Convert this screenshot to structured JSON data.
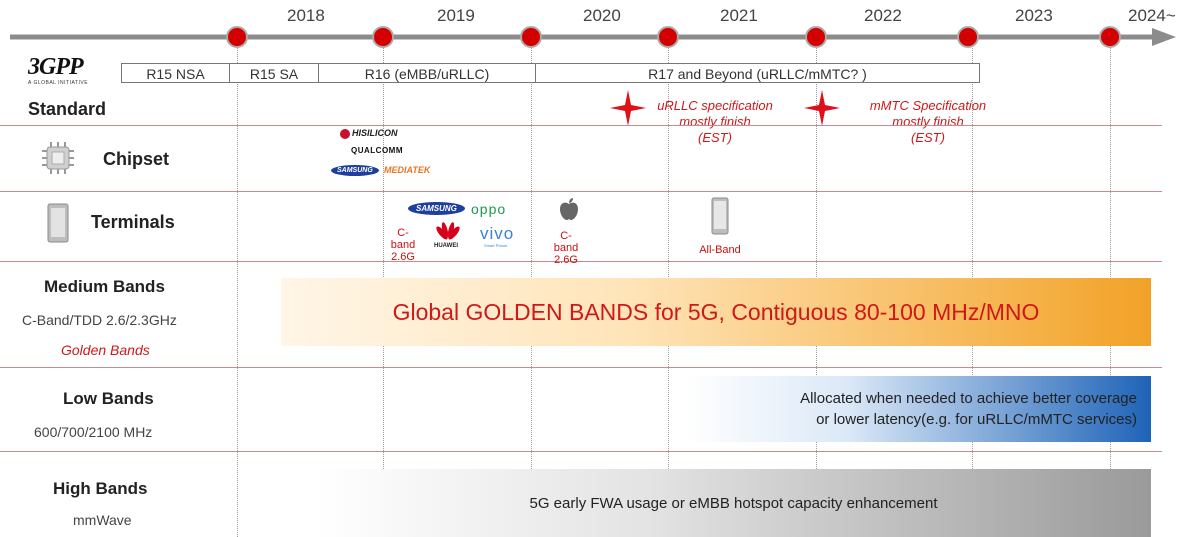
{
  "years": [
    "2018",
    "2019",
    "2020",
    "2021",
    "2022",
    "2023",
    "2024~"
  ],
  "releases": {
    "r15nsa": "R15 NSA",
    "r15sa": "R15 SA",
    "r16": "R16 (eMBB/uRLLC)",
    "r17": "R17 and Beyond (uRLLC/mMTC?  )"
  },
  "logo_3gpp": "3GPP",
  "logo_3gpp_tag": "A GLOBAL INITIATIVE",
  "rows": {
    "standard": "Standard",
    "chipset": "Chipset",
    "terminals": "Terminals",
    "medium_title": "Medium Bands",
    "medium_sub": "C-Band/TDD 2.6/2.3GHz",
    "medium_golden": "Golden Bands",
    "low_title": "Low Bands",
    "low_sub": "600/700/2100 MHz",
    "high_title": "High Bands",
    "high_sub": "mmWave"
  },
  "notes": {
    "urllc": [
      "uRLLC specification",
      "mostly finish",
      "(EST)"
    ],
    "mmtc": [
      "mMTC Specification",
      "mostly finish",
      "(EST)"
    ]
  },
  "chip_vendors": {
    "hisilicon": "HISILICON",
    "qualcomm": "QUALCOMM",
    "samsung": "SAMSUNG",
    "mediatek": "MEDIATEK"
  },
  "terminal_vendors": {
    "samsung": "SAMSUNG",
    "oppo": "oppo",
    "huawei": "HUAWEI",
    "vivo": "vivo",
    "vivo_tag": "Smart Phone",
    "cband1_a": "C-band",
    "cband1_b": "2.6G",
    "cband2_a": "C-band",
    "cband2_b": "2.6G",
    "allband": "All-Band"
  },
  "bands": {
    "medium": "Global GOLDEN BANDS for 5G, Contiguous 80-100 MHz/MNO",
    "low_1": "Allocated when needed to achieve better coverage",
    "low_2": "or lower latency(e.g. for uRLLC/mMTC services)",
    "high": "5G early FWA usage or eMBB hotspot capacity enhancement"
  },
  "colors": {
    "timeline": "#8c8c8c",
    "milestone": "#d40000",
    "row_separator": "#c9898e",
    "note_red": "#d01818",
    "medium_band_start": "#fff6e8",
    "medium_band_end": "#f2a227",
    "low_band_start": "#ffffff",
    "low_band_end": "#1e63b8",
    "high_band_start": "#ffffff",
    "high_band_end": "#9a9a9a"
  }
}
